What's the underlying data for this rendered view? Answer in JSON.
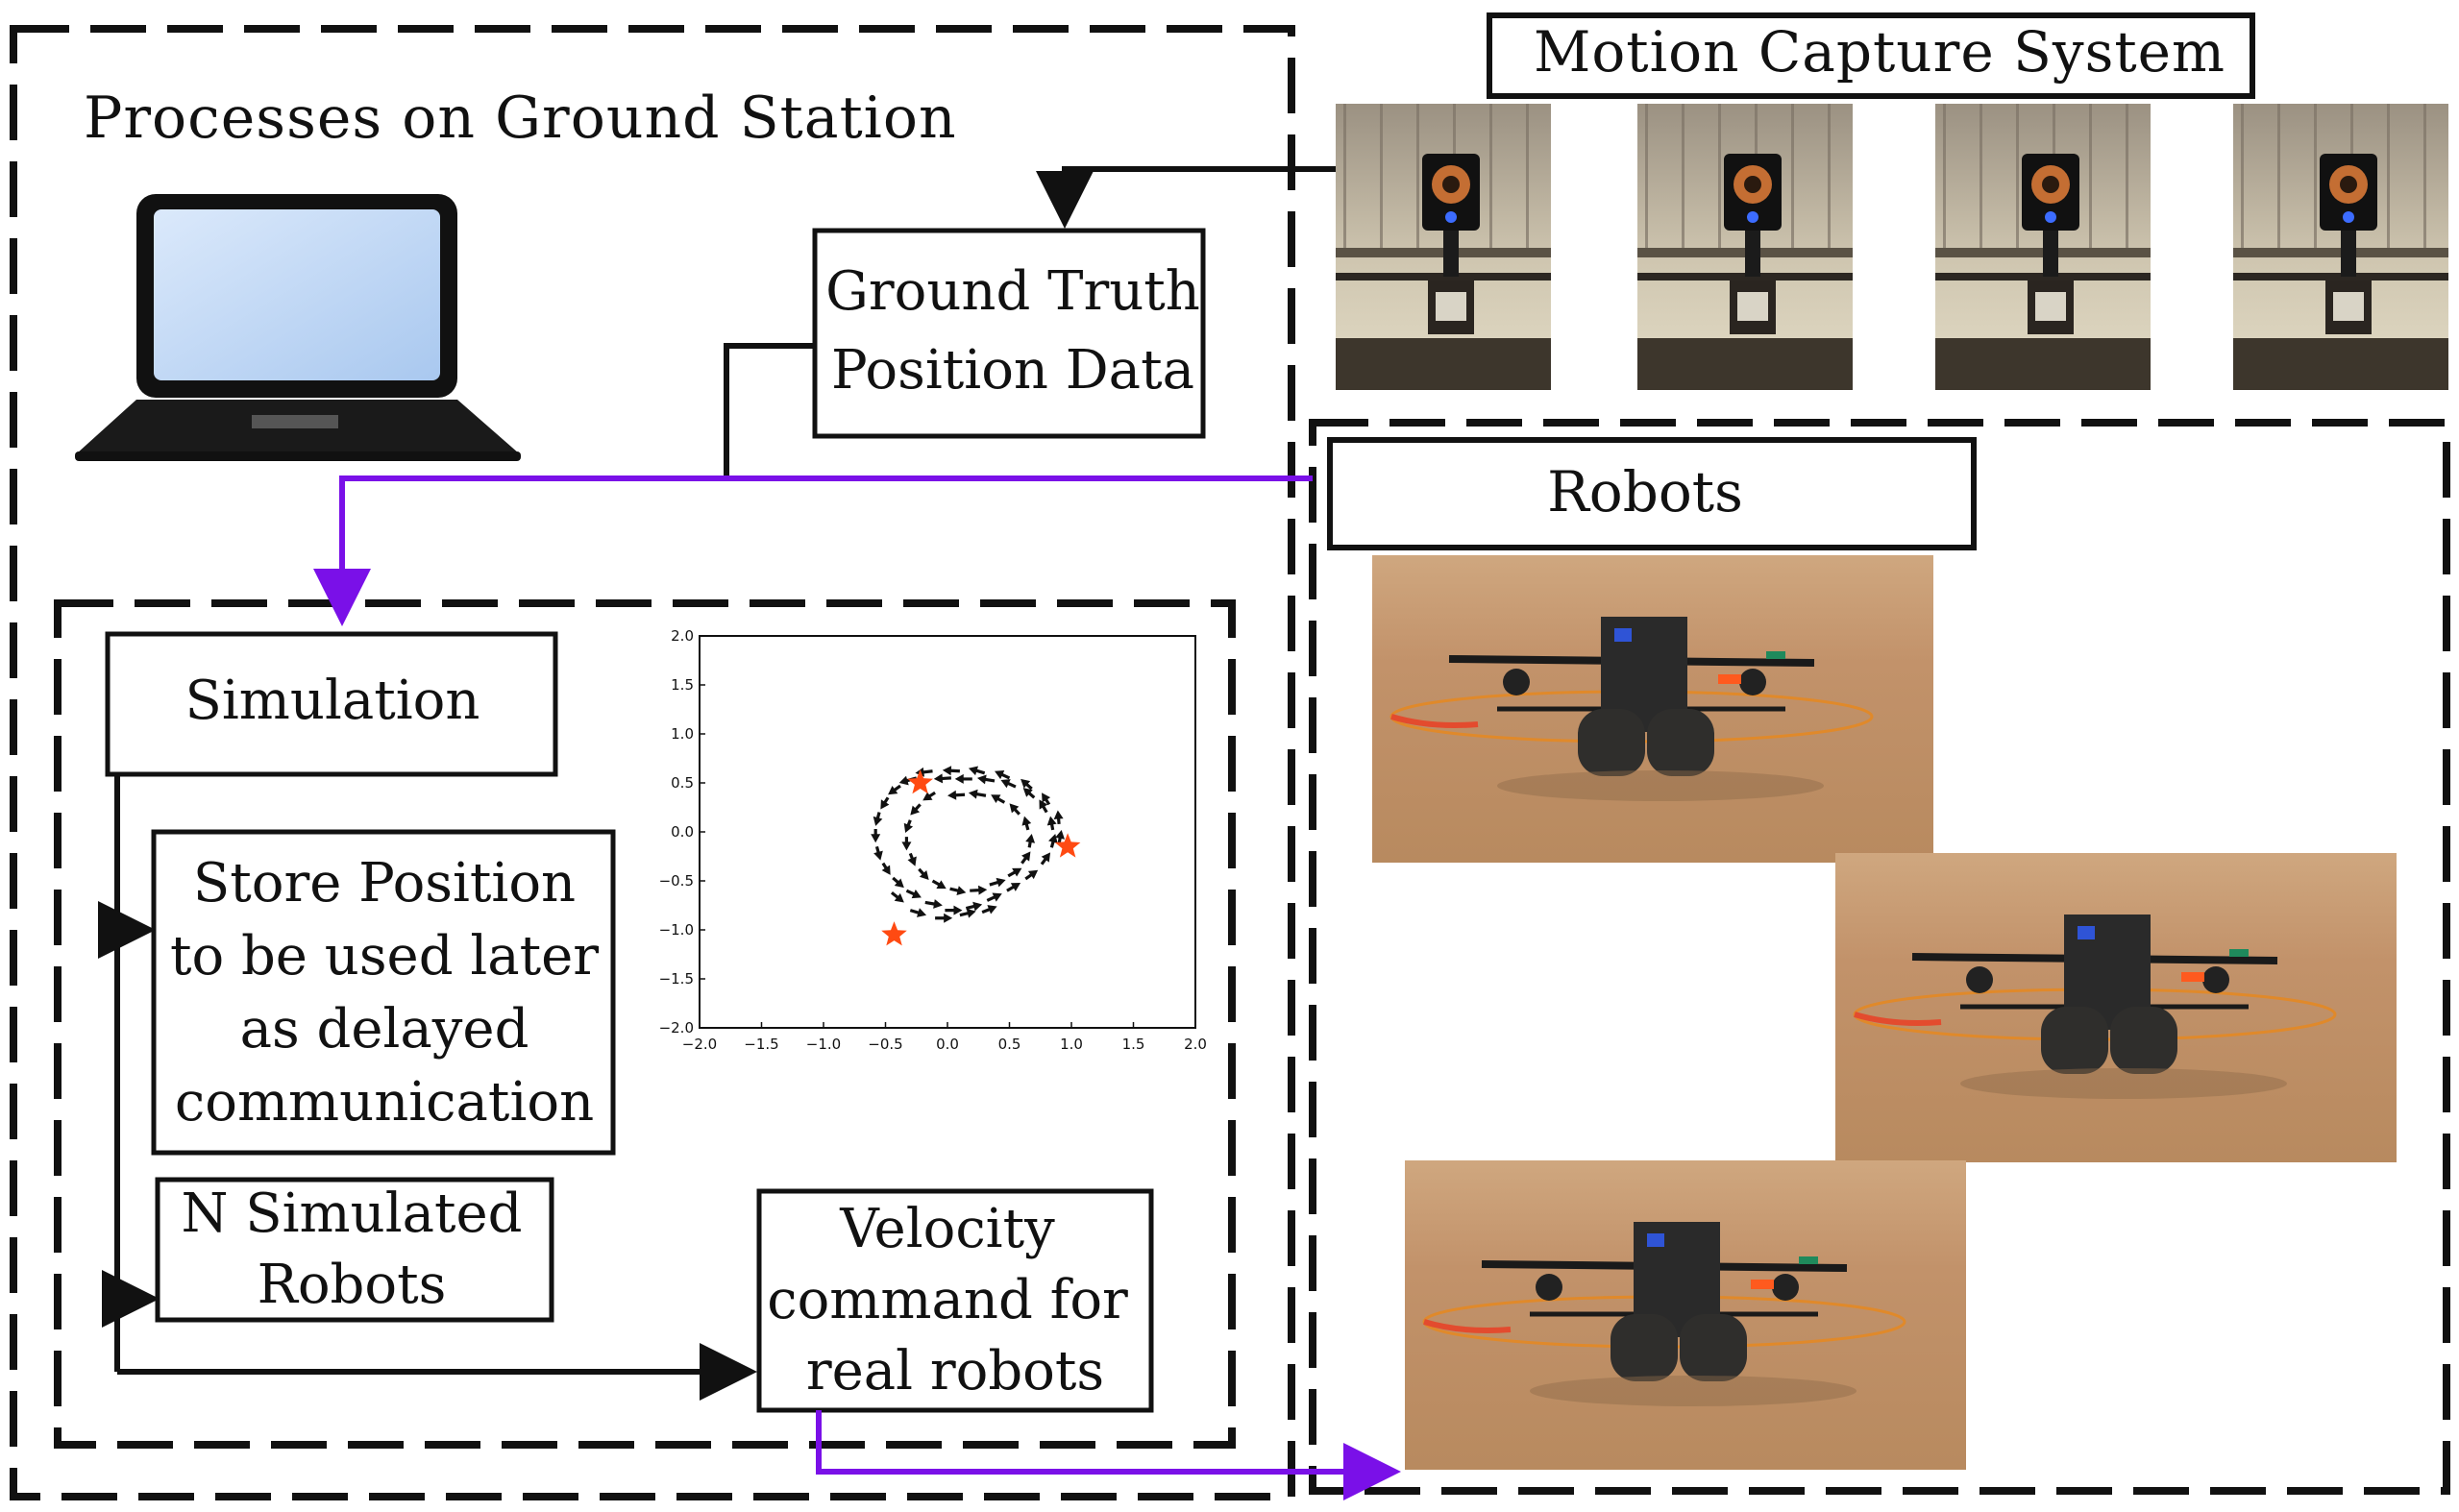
{
  "ground_station": {
    "title": "Processes on Ground Station",
    "ground_truth_label_line1": "Ground Truth",
    "ground_truth_label_line2": "Position Data",
    "simulation_label": "Simulation",
    "store_position_lines": [
      "Store Position",
      "to be used later",
      "as delayed",
      "communication"
    ],
    "n_simulated_lines": [
      "N Simulated",
      "Robots"
    ],
    "velocity_lines": [
      "Velocity",
      "command for",
      "real robots"
    ]
  },
  "motion_capture": {
    "title": "Motion Capture System",
    "camera_count": 4
  },
  "robots": {
    "title": "Robots",
    "photo_count": 3
  },
  "colors": {
    "arrow_black": "#111111",
    "arrow_purple": "#7a10e8",
    "star_orange": "#ff4a12"
  },
  "chart_data": {
    "type": "quiver",
    "xlim": [
      -2.0,
      2.0
    ],
    "ylim": [
      -2.0,
      2.0
    ],
    "xticks": [
      "−2.0",
      "−1.5",
      "−1.0",
      "−0.5",
      "0.0",
      "0.5",
      "1.0",
      "1.5",
      "2.0"
    ],
    "yticks": [
      "2.0",
      "1.5",
      "1.0",
      "0.5",
      "0.0",
      "−0.5",
      "−1.0",
      "−1.5",
      "−2.0"
    ],
    "stars": [
      {
        "x": -0.22,
        "y": 0.5
      },
      {
        "x": 0.97,
        "y": -0.15
      },
      {
        "x": -0.43,
        "y": -1.05
      }
    ],
    "arrows": [
      {
        "x": -0.25,
        "y": 0.55,
        "dx": -0.14,
        "dy": -0.05
      },
      {
        "x": -0.38,
        "y": 0.47,
        "dx": -0.1,
        "dy": -0.09
      },
      {
        "x": -0.48,
        "y": 0.35,
        "dx": -0.06,
        "dy": -0.12
      },
      {
        "x": -0.55,
        "y": 0.2,
        "dx": -0.03,
        "dy": -0.14
      },
      {
        "x": -0.58,
        "y": 0.03,
        "dx": 0.0,
        "dy": -0.14
      },
      {
        "x": -0.57,
        "y": -0.15,
        "dx": 0.03,
        "dy": -0.14
      },
      {
        "x": -0.52,
        "y": -0.32,
        "dx": 0.06,
        "dy": -0.12
      },
      {
        "x": -0.44,
        "y": -0.47,
        "dx": 0.09,
        "dy": -0.1
      },
      {
        "x": -0.33,
        "y": -0.6,
        "dx": 0.12,
        "dy": -0.07
      },
      {
        "x": -0.18,
        "y": -0.72,
        "dx": 0.14,
        "dy": -0.03
      },
      {
        "x": -0.02,
        "y": -0.8,
        "dx": 0.14,
        "dy": 0.0
      },
      {
        "x": 0.15,
        "y": -0.78,
        "dx": 0.13,
        "dy": 0.04
      },
      {
        "x": 0.32,
        "y": -0.7,
        "dx": 0.12,
        "dy": 0.07
      },
      {
        "x": 0.48,
        "y": -0.6,
        "dx": 0.11,
        "dy": 0.08
      },
      {
        "x": 0.63,
        "y": -0.48,
        "dx": 0.1,
        "dy": 0.09
      },
      {
        "x": 0.76,
        "y": -0.33,
        "dx": 0.07,
        "dy": 0.12
      },
      {
        "x": 0.84,
        "y": -0.16,
        "dx": 0.03,
        "dy": 0.14
      },
      {
        "x": 0.85,
        "y": 0.02,
        "dx": -0.02,
        "dy": 0.14
      },
      {
        "x": 0.8,
        "y": 0.2,
        "dx": -0.06,
        "dy": 0.13
      },
      {
        "x": 0.7,
        "y": 0.35,
        "dx": -0.09,
        "dy": 0.1
      },
      {
        "x": 0.55,
        "y": 0.46,
        "dx": -0.12,
        "dy": 0.07
      },
      {
        "x": 0.38,
        "y": 0.52,
        "dx": -0.14,
        "dy": 0.03
      },
      {
        "x": 0.2,
        "y": 0.54,
        "dx": -0.14,
        "dy": 0.0
      },
      {
        "x": 0.03,
        "y": 0.55,
        "dx": -0.14,
        "dy": -0.01
      },
      {
        "x": -0.1,
        "y": 0.4,
        "dx": -0.1,
        "dy": -0.08
      },
      {
        "x": -0.22,
        "y": 0.28,
        "dx": -0.08,
        "dy": -0.11
      },
      {
        "x": -0.3,
        "y": 0.12,
        "dx": -0.04,
        "dy": -0.13
      },
      {
        "x": -0.33,
        "y": -0.05,
        "dx": 0.0,
        "dy": -0.14
      },
      {
        "x": -0.3,
        "y": -0.22,
        "dx": 0.04,
        "dy": -0.13
      },
      {
        "x": -0.23,
        "y": -0.38,
        "dx": 0.08,
        "dy": -0.11
      },
      {
        "x": -0.12,
        "y": -0.5,
        "dx": 0.11,
        "dy": -0.08
      },
      {
        "x": 0.02,
        "y": -0.58,
        "dx": 0.13,
        "dy": -0.04
      },
      {
        "x": 0.18,
        "y": -0.6,
        "dx": 0.14,
        "dy": 0.01
      },
      {
        "x": 0.34,
        "y": -0.54,
        "dx": 0.13,
        "dy": 0.05
      },
      {
        "x": 0.49,
        "y": -0.45,
        "dx": 0.11,
        "dy": 0.08
      },
      {
        "x": 0.6,
        "y": -0.32,
        "dx": 0.07,
        "dy": 0.12
      },
      {
        "x": 0.66,
        "y": -0.16,
        "dx": 0.02,
        "dy": 0.14
      },
      {
        "x": 0.65,
        "y": 0.02,
        "dx": -0.03,
        "dy": 0.14
      },
      {
        "x": 0.58,
        "y": 0.18,
        "dx": -0.08,
        "dy": 0.11
      },
      {
        "x": 0.46,
        "y": 0.3,
        "dx": -0.11,
        "dy": 0.08
      },
      {
        "x": 0.31,
        "y": 0.37,
        "dx": -0.14,
        "dy": 0.03
      },
      {
        "x": 0.14,
        "y": 0.38,
        "dx": -0.14,
        "dy": -0.01
      },
      {
        "x": -0.45,
        "y": -0.62,
        "dx": 0.1,
        "dy": -0.1
      },
      {
        "x": -0.3,
        "y": -0.8,
        "dx": 0.13,
        "dy": -0.05
      },
      {
        "x": -0.1,
        "y": -0.88,
        "dx": 0.14,
        "dy": 0.0
      },
      {
        "x": 0.1,
        "y": -0.85,
        "dx": 0.13,
        "dy": 0.04
      },
      {
        "x": 0.28,
        "y": -0.82,
        "dx": 0.12,
        "dy": 0.06
      },
      {
        "x": -0.12,
        "y": 0.62,
        "dx": -0.14,
        "dy": -0.02
      },
      {
        "x": 0.1,
        "y": 0.62,
        "dx": -0.14,
        "dy": 0.01
      },
      {
        "x": 0.3,
        "y": 0.6,
        "dx": -0.13,
        "dy": 0.05
      },
      {
        "x": 0.5,
        "y": 0.55,
        "dx": -0.12,
        "dy": 0.07
      },
      {
        "x": 0.68,
        "y": 0.44,
        "dx": -0.09,
        "dy": 0.1
      },
      {
        "x": 0.82,
        "y": 0.28,
        "dx": -0.06,
        "dy": 0.12
      },
      {
        "x": 0.9,
        "y": 0.08,
        "dx": -0.01,
        "dy": 0.14
      },
      {
        "x": 0.9,
        "y": -0.12,
        "dx": 0.02,
        "dy": 0.14
      }
    ]
  }
}
